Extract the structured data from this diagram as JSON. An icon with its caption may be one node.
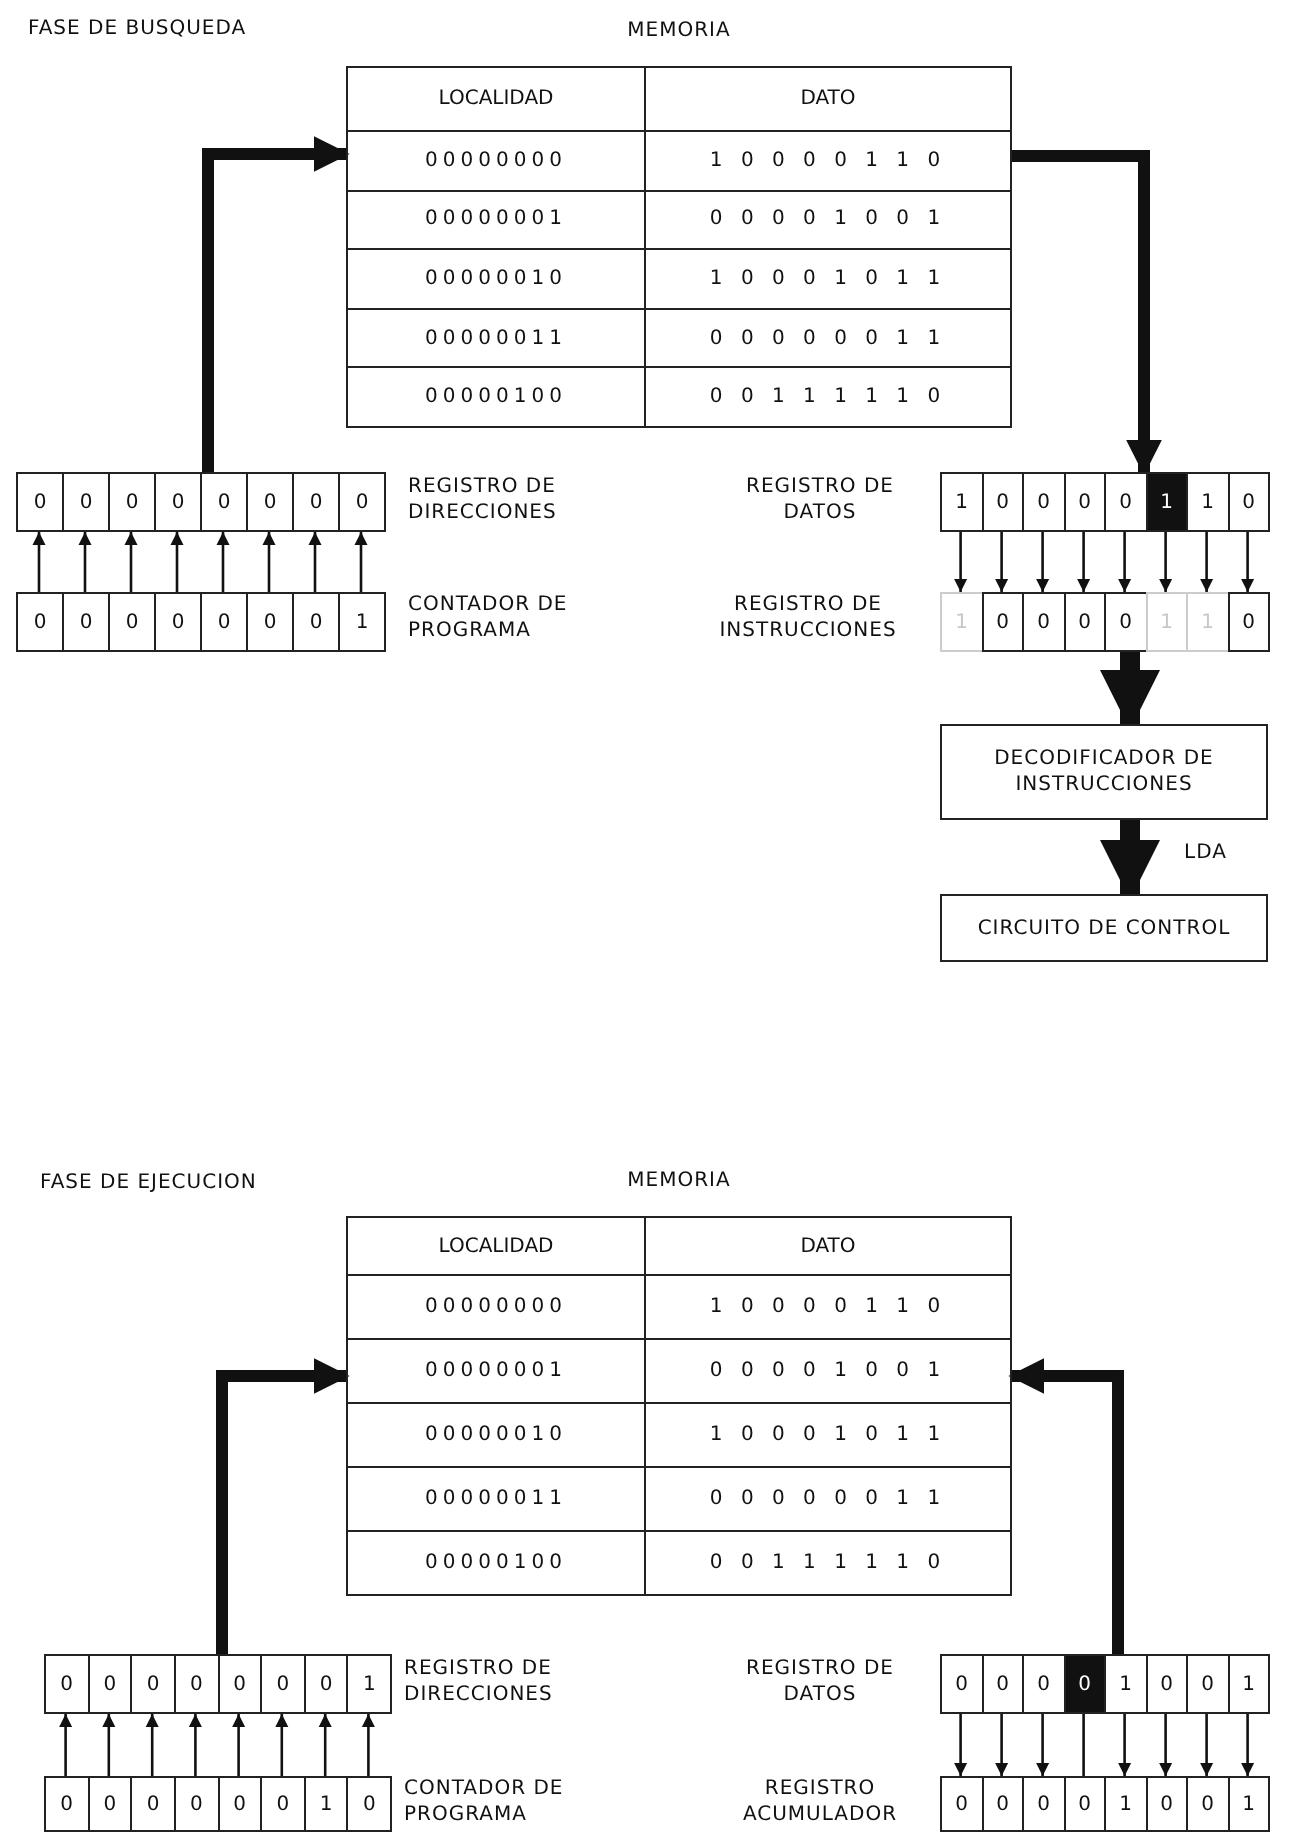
{
  "diagram": {
    "nodes": [
      {
        "text": [
          "MEMORIA",
          "LOCALIDAD",
          "DATO",
          "00000000",
          "1 0 0 0 0 1 1 0",
          "00000001",
          "0 0 0 0 1 0 0 1",
          "00000010",
          "1 0 0 0 1 0 1 1",
          "00000011",
          "0 0 0 0 0 0 1 1",
          "00000100",
          "0 0 1 1 1 1 1 0"
        ]
      },
      {
        "text": [
          "REGISTRO DE DIRECCIONES"
        ]
      },
      {
        "text": [
          "0"
        ],
        "in": 1
      },
      {
        "text": [
          "0"
        ],
        "in": 1
      },
      {
        "text": [
          "0"
        ],
        "in": 1
      },
      {
        "text": [
          "0"
        ],
        "in": 1
      },
      {
        "text": [
          "0"
        ],
        "in": 1
      },
      {
        "text": [
          "0"
        ],
        "in": 1
      },
      {
        "text": [
          "0"
        ],
        "in": 1
      },
      {
        "text": [
          "0"
        ],
        "in": 1
      },
      {
        "text": [
          "REGISTRO DE DATOS"
        ]
      },
      {
        "text": [
          "1"
        ],
        "in": 10
      },
      {
        "text": [
          "0"
        ],
        "in": 10
      },
      {
        "text": [
          "0"
        ],
        "in": 10
      },
      {
        "text": [
          "0"
        ],
        "in": 10
      },
      {
        "text": [
          "0"
        ],
        "in": 10
      },
      {
        "text": [
          "1"
        ],
        "in": 10
      },
      {
        "text": [
          "1"
        ],
        "in": 10
      },
      {
        "text": [
          "0"
        ],
        "in": 10
      },
      {
        "text": [
          "CONTADOR DE PROGRAMA"
        ]
      },
      {
        "text": [
          "0"
        ],
        "in": 19
      },
      {
        "text": [
          "0"
        ],
        "in": 19
      },
      {
        "text": [
          "0"
        ],
        "in": 19
      },
      {
        "text": [
          "0"
        ],
        "in": 19
      },
      {
        "text": [
          "0"
        ],
        "in": 19
      },
      {
        "text": [
          "0"
        ],
        "in": 19
      },
      {
        "text": [
          "0"
        ],
        "in": 19
      },
      {
        "text": [
          "1"
        ],
        "in": 19
      },
      {
        "text": [
          "REGISTRO DE INSTRUCCIONES"
        ]
      },
      {
        "text": [
          "1"
        ],
        "in": 28
      },
      {
        "text": [
          "0"
        ],
        "in": 28
      },
      {
        "text": [
          "0"
        ],
        "in": 28
      },
      {
        "text": [
          "0"
        ],
        "in": 28
      },
      {
        "text": [
          "0"
        ],
        "in": 28
      },
      {
        "text": [
          "1"
        ],
        "in": 28
      },
      {
        "text": [
          "1"
        ],
        "in": 28
      },
      {
        "text": [
          "0"
        ],
        "in": 28
      },
      {
        "text": [
          "DECODIFICADOR DE INSTRUCCIONES"
        ]
      },
      {
        "text": [
          "CIRCUITO DE CONTROL"
        ]
      },
      {
        "text": [
          "MEMORIA",
          "LOCALIDAD",
          "DATO",
          "00000000",
          "1 0 0 0 0 1 1 0",
          "00000001",
          "0 0 0 0 1 0 0 1",
          "00000010",
          "1 0 0 0 1 0 1 1",
          "00000011",
          "0 0 0 0 0 0 1 1",
          "00000100",
          "0 0 1 1 1 1 1 0"
        ]
      },
      {
        "text": [
          "REGISTRO DE DIRECCIONES"
        ]
      },
      {
        "text": [
          "0"
        ],
        "in": 40
      },
      {
        "text": [
          "0"
        ],
        "in": 40
      },
      {
        "text": [
          "0"
        ],
        "in": 40
      },
      {
        "text": [
          "0"
        ],
        "in": 40
      },
      {
        "text": [
          "0"
        ],
        "in": 40
      },
      {
        "text": [
          "0"
        ],
        "in": 40
      },
      {
        "text": [
          "0"
        ],
        "in": 40
      },
      {
        "text": [
          "1"
        ],
        "in": 40
      },
      {
        "text": [
          "REGISTRO DE DATOS"
        ]
      },
      {
        "text": [
          "0"
        ],
        "in": 49
      },
      {
        "text": [
          "0"
        ],
        "in": 49
      },
      {
        "text": [
          "0"
        ],
        "in": 49
      },
      {
        "text": [
          "0"
        ],
        "in": 49
      },
      {
        "text": [
          "1"
        ],
        "in": 49
      },
      {
        "text": [
          "0"
        ],
        "in": 49
      },
      {
        "text": [
          "0"
        ],
        "in": 49
      },
      {
        "text": [
          "1"
        ],
        "in": 49
      },
      {
        "text": [
          "CONTADOR DE PROGRAMA"
        ]
      },
      {
        "text": [
          "0"
        ],
        "in": 58
      },
      {
        "text": [
          "0"
        ],
        "in": 58
      },
      {
        "text": [
          "0"
        ],
        "in": 58
      },
      {
        "text": [
          "0"
        ],
        "in": 58
      },
      {
        "text": [
          "0"
        ],
        "in": 58
      },
      {
        "text": [
          "0"
        ],
        "in": 58
      },
      {
        "text": [
          "1"
        ],
        "in": 58
      },
      {
        "text": [
          "0"
        ],
        "in": 58
      },
      {
        "text": [
          "REGISTRO ACUMULADOR"
        ]
      },
      {
        "text": [
          "0"
        ],
        "in": 67
      },
      {
        "text": [
          "0"
        ],
        "in": 67
      },
      {
        "text": [
          "0"
        ],
        "in": 67
      },
      {
        "text": [
          "0"
        ],
        "in": 67
      },
      {
        "text": [
          "1"
        ],
        "in": 67
      },
      {
        "text": [
          "0"
        ],
        "in": 67
      },
      {
        "text": [
          "0"
        ],
        "in": 67
      },
      {
        "text": [
          "1"
        ],
        "in": 67
      }
    ],
    "edges": [
      {
        "from": 1,
        "to": 0,
        "arrow": "to",
        "style": "thick"
      },
      {
        "from": 0,
        "to": 10,
        "arrow": "to",
        "style": "thick"
      },
      {
        "from": 20,
        "to": 2,
        "arrow": "to"
      },
      {
        "from": 21,
        "to": 3,
        "arrow": "to"
      },
      {
        "from": 22,
        "to": 4,
        "arrow": "to"
      },
      {
        "from": 23,
        "to": 5,
        "arrow": "to"
      },
      {
        "from": 24,
        "to": 6,
        "arrow": "to"
      },
      {
        "from": 25,
        "to": 7,
        "arrow": "to"
      },
      {
        "from": 26,
        "to": 8,
        "arrow": "to"
      },
      {
        "from": 27,
        "to": 9,
        "arrow": "to"
      },
      {
        "from": 11,
        "to": 29,
        "arrow": "to"
      },
      {
        "from": 12,
        "to": 30,
        "arrow": "to"
      },
      {
        "from": 13,
        "to": 31,
        "arrow": "to"
      },
      {
        "from": 14,
        "to": 32,
        "arrow": "to"
      },
      {
        "from": 15,
        "to": 33,
        "arrow": "to"
      },
      {
        "from": 16,
        "to": 34,
        "arrow": "to"
      },
      {
        "from": 17,
        "to": 35,
        "arrow": "to"
      },
      {
        "from": 18,
        "to": 36,
        "arrow": "to"
      },
      {
        "from": 28,
        "to": 37,
        "arrow": "to",
        "style": "thick"
      },
      {
        "from": 37,
        "to": 38,
        "arrow": "to",
        "style": "thick",
        "label": "LDA"
      },
      {
        "from": 40,
        "to": 39,
        "arrow": "to",
        "style": "thick"
      },
      {
        "from": 49,
        "to": 39,
        "arrow": "to",
        "style": "thick"
      },
      {
        "from": 59,
        "to": 41,
        "arrow": "to"
      },
      {
        "from": 60,
        "to": 42,
        "arrow": "to"
      },
      {
        "from": 61,
        "to": 43,
        "arrow": "to"
      },
      {
        "from": 62,
        "to": 44,
        "arrow": "to"
      },
      {
        "from": 63,
        "to": 45,
        "arrow": "to"
      },
      {
        "from": 64,
        "to": 46,
        "arrow": "to"
      },
      {
        "from": 65,
        "to": 47,
        "arrow": "to"
      },
      {
        "from": 66,
        "to": 48,
        "arrow": "to"
      },
      {
        "from": 50,
        "to": 68,
        "arrow": "to"
      },
      {
        "from": 51,
        "to": 69,
        "arrow": "to"
      },
      {
        "from": 52,
        "to": 70,
        "arrow": "to"
      },
      {
        "from": 53,
        "to": 71,
        "arrow": "none"
      },
      {
        "from": 54,
        "to": 72,
        "arrow": "to"
      },
      {
        "from": 55,
        "to": 73,
        "arrow": "to"
      },
      {
        "from": 56,
        "to": 74,
        "arrow": "to"
      },
      {
        "from": 57,
        "to": 75,
        "arrow": "to"
      }
    ],
    "labels": [
      "FASE DE BUSQUEDA",
      "FASE DE EJECUCION"
    ]
  }
}
